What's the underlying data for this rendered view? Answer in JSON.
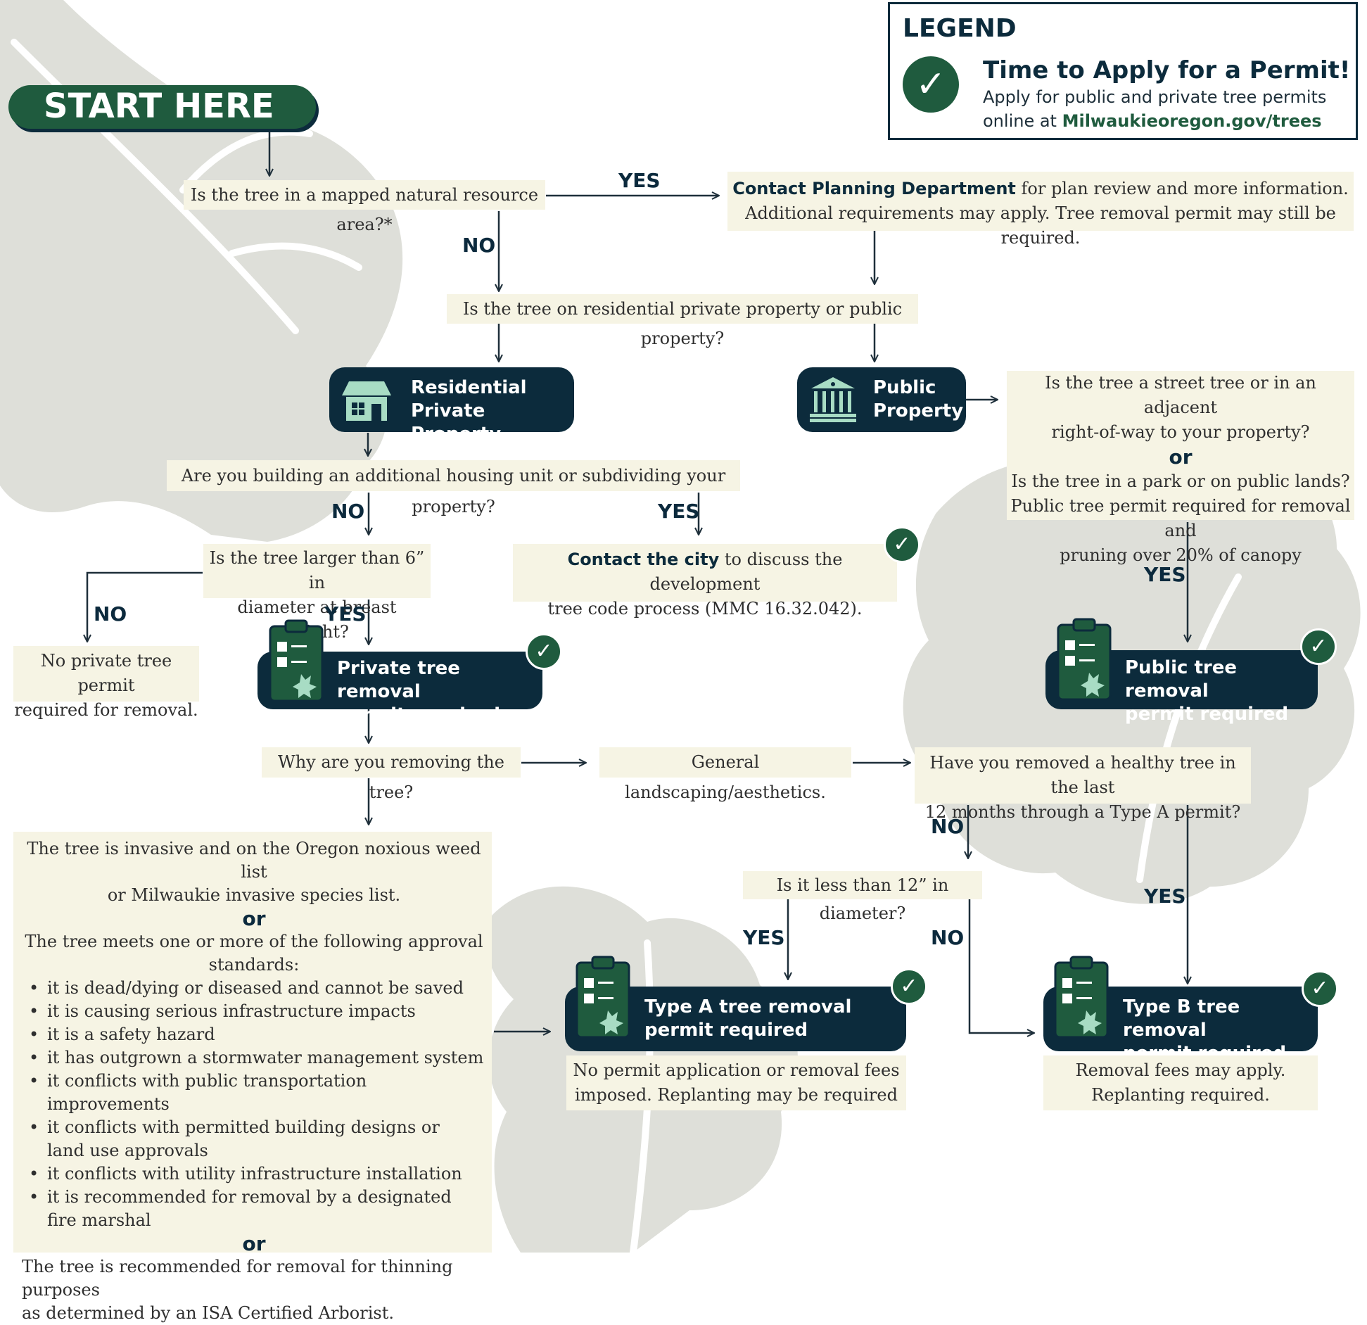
{
  "legend": {
    "title": "LEGEND",
    "heading": "Time to Apply for a Permit!",
    "line1": "Apply for public and private tree permits",
    "line2_prefix": "online at ",
    "url": "Milwaukieoregon.gov/trees"
  },
  "start": "START HERE",
  "labels": {
    "yes": "YES",
    "no": "NO",
    "or": "or"
  },
  "q_natural_area": "Is the tree in a mapped natural resource area?*",
  "planning": {
    "bold": "Contact Planning Department",
    "rest": " for plan review and more information.",
    "line2": "Additional requirements may apply. Tree removal permit may still be required."
  },
  "q_property": "Is the tree on residential private property or public property?",
  "residential": {
    "line1": "Residential",
    "line2": "Private Property"
  },
  "public": {
    "line1": "Public",
    "line2": "Property"
  },
  "public_q": {
    "line1": "Is the tree a street tree or in an adjacent",
    "line2": "right-of-way to your property?",
    "line3": "Is the tree in a park or on public lands?",
    "line4": "Public tree permit required for removal and",
    "line5": "pruning over 20% of canopy"
  },
  "q_housing": "Are you building an additional housing unit or subdividing your property?",
  "q_larger": {
    "line1": "Is the tree larger than 6” in",
    "line2": "diameter at breast height?"
  },
  "contact_city": {
    "bold": "Contact the city",
    "rest": " to discuss the development",
    "line2": "tree code process (MMC 16.32.042)."
  },
  "no_permit": {
    "line1": "No private tree permit",
    "line2": "required for removal."
  },
  "private_permit": {
    "line1": "Private tree removal",
    "line2": "permit required"
  },
  "public_permit": {
    "line1": "Public tree removal",
    "line2": "permit required"
  },
  "q_why": "Why are you removing the tree?",
  "general": "General landscaping/aesthetics.",
  "q_healthy": {
    "line1": "Have you removed a healthy tree in the last",
    "line2": "12 months through a Type A permit?"
  },
  "q_less12": "Is it less than 12” in diameter?",
  "reasons": {
    "intro1": "The tree is invasive and on the Oregon noxious weed list",
    "intro2": "or Milwaukie invasive species list.",
    "standards1": "The tree meets one or more of the following approval",
    "standards2": "standards:",
    "items": [
      "it is dead/dying or diseased and cannot be saved",
      "it is causing serious infrastructure impacts",
      "it is a safety hazard",
      "it has outgrown a stormwater management system",
      "it conflicts with public transportation improvements",
      "it conflicts with permitted building designs or land use approvals",
      "it conflicts with utility infrastructure installation",
      "it is recommended for removal by a designated fire marshal"
    ],
    "final1": "The tree is recommended for removal for thinning purposes",
    "final2": "as determined by an ISA Certified Arborist."
  },
  "type_a": {
    "line1": "Type A tree removal",
    "line2": "permit required",
    "note1": "No permit application or removal fees",
    "note2": "imposed. Replanting may be required"
  },
  "type_b": {
    "line1": "Type B tree removal",
    "line2": "permit required",
    "note1": "Removal fees may apply.",
    "note2": "Replanting required."
  },
  "icons": {
    "check": "✓"
  },
  "colors": {
    "navy": "#0c2b3c",
    "green": "#1f5b3e",
    "cream": "#f6f4e4",
    "leaf": "#dcdfd8",
    "mint": "#a8dcc4"
  }
}
